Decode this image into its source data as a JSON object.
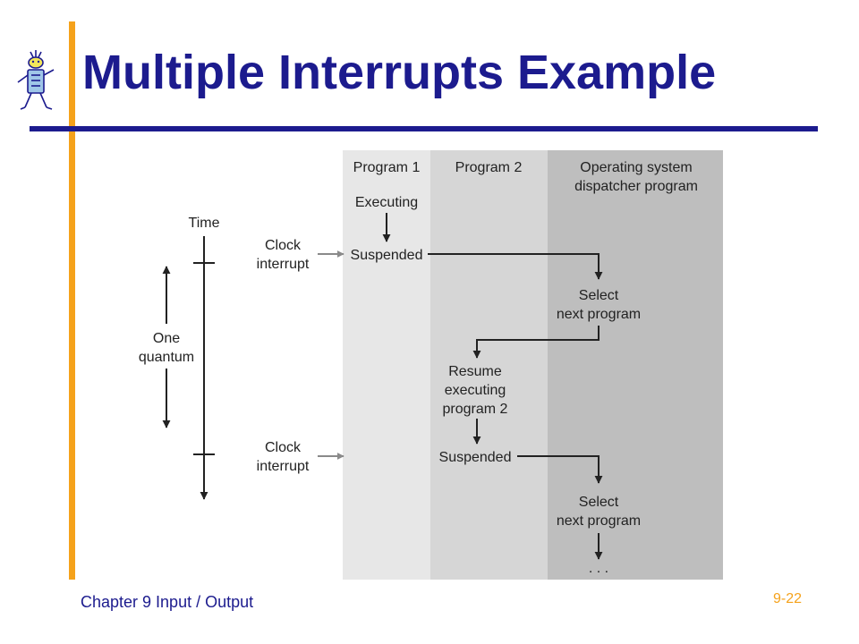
{
  "slide": {
    "title": "Multiple Interrupts Example",
    "footer_left": "Chapter 9 Input / Output",
    "footer_right": "9-22"
  },
  "colors": {
    "title_blue": "#1c1b8e",
    "accent_orange": "#f5a21b",
    "column_program1": "#e7e7e7",
    "column_program2": "#d6d6d6",
    "column_os": "#bebebe"
  },
  "diagram": {
    "columns": {
      "program1": "Program 1",
      "program2": "Program 2",
      "os_line1": "Operating system",
      "os_line2": "dispatcher program"
    },
    "time_label": "Time",
    "quantum_line1": "One",
    "quantum_line2": "quantum",
    "clock_interrupt_1": {
      "line1": "Clock",
      "line2": "interrupt"
    },
    "clock_interrupt_2": {
      "line1": "Clock",
      "line2": "interrupt"
    },
    "steps": {
      "executing": "Executing",
      "suspended_1": "Suspended",
      "select_1_line1": "Select",
      "select_1_line2": "next program",
      "resume_line1": "Resume",
      "resume_line2": "executing",
      "resume_line3": "program 2",
      "suspended_2": "Suspended",
      "select_2_line1": "Select",
      "select_2_line2": "next program",
      "ellipsis": ". . ."
    }
  }
}
